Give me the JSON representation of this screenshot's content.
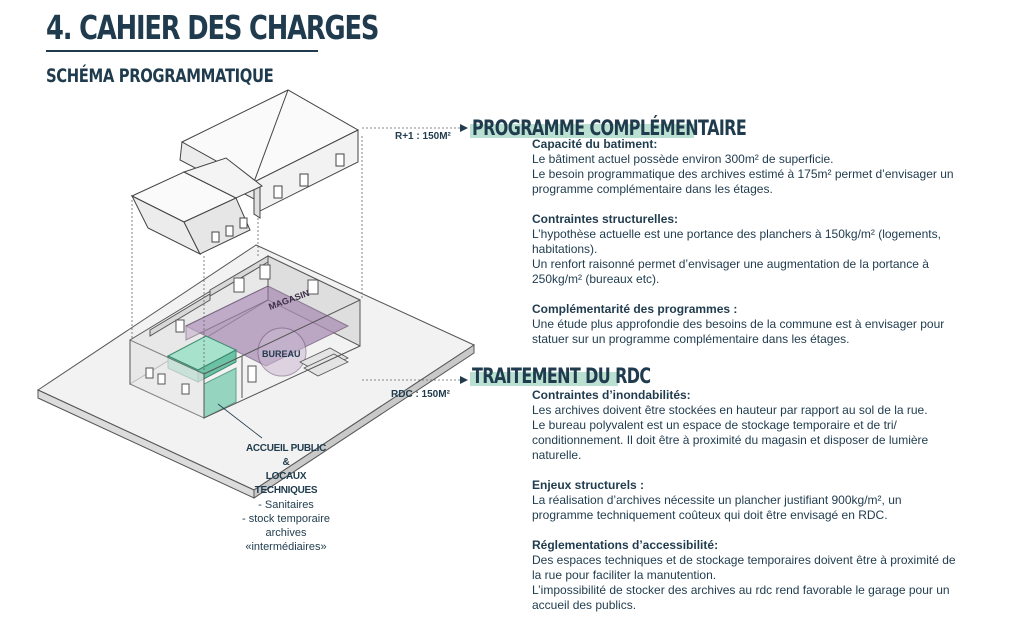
{
  "header": {
    "title": "4. CAHIER DES CHARGES",
    "subtitle": "SCHÉMA PROGRAMMATIQUE"
  },
  "diagram": {
    "level_upper": "R+1 : 150M²",
    "level_ground": "RDC : 150M²",
    "room_magasin": "MAGASIN",
    "room_bureau": "BUREAU",
    "accueil": {
      "line1": "ACCUEIL PUBLIC",
      "line2": "&",
      "line3": "LOCAUX TECHNIQUES",
      "item1": "- Sanitaires",
      "item2a": "- stock temporaire",
      "item2b": "archives",
      "item2c": "«intermédiaires»"
    },
    "colors": {
      "accent": "#1f3b4d",
      "highlight": "#b9e0d0",
      "magasin": "#a98db4",
      "accueil": "#7fcfb3"
    }
  },
  "sections": {
    "complementaire": {
      "heading": "PROGRAMME COMPLÉMENTAIRE",
      "g1_title": "Capacité du batiment:",
      "g1_l1": "Le bâtiment actuel possède environ 300m² de superficie.",
      "g1_l2": "Le besoin programmatique des archives estimé à 175m² permet d’envisager un",
      "g1_l3": "programme complémentaire dans les étages.",
      "g2_title": "Contraintes structurelles:",
      "g2_l1": "L’hypothèse actuelle est une portance des planchers à 150kg/m² (logements,",
      "g2_l2": "habitations).",
      "g2_l3": "Un renfort raisonné permet d’envisager une augmentation de la portance à",
      "g2_l4": "250kg/m² (bureaux etc).",
      "g3_title": "Complémentarité des programmes :",
      "g3_l1": "Une étude plus approfondie des besoins de la commune est à envisager pour",
      "g3_l2": "statuer sur un programme complémentaire dans les étages."
    },
    "rdc": {
      "heading": "TRAITEMENT DU RDC",
      "g1_title": "Contraintes d’inondabilités:",
      "g1_l1": "Les archives doivent être stockées en hauteur par rapport au sol de la rue.",
      "g1_l2": "Le bureau polyvalent est un espace de stockage temporaire et de tri/",
      "g1_l3": "conditionnement. Il doit être à proximité du magasin et disposer de lumière",
      "g1_l4": "naturelle.",
      "g2_title": "Enjeux structurels :",
      "g2_l1": "La réalisation d’archives nécessite un plancher justifiant 900kg/m², un",
      "g2_l2": "programme techniquement coûteux qui doit être envisagé en RDC.",
      "g3_title": "Réglementations d’accessibilité:",
      "g3_l1": "Des espaces techniques et de stockage temporaires doivent être à proximité de",
      "g3_l2": "la rue pour faciliter la manutention.",
      "g3_l3": "L’impossibilité de stocker des archives au rdc rend favorable le garage pour un",
      "g3_l4": "accueil des publics."
    }
  }
}
